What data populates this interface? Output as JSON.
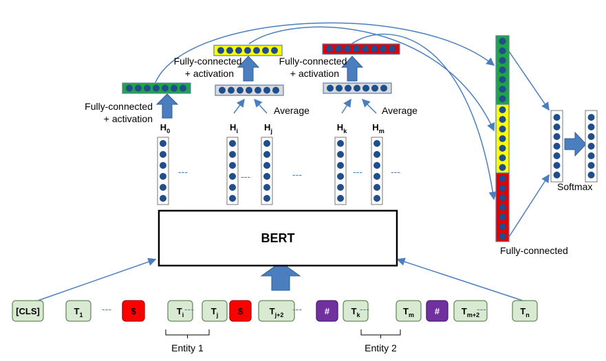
{
  "model": {
    "name": "BERT"
  },
  "tokens": [
    {
      "main": "[CLS]",
      "sub": "",
      "kind": "normal"
    },
    {
      "main": "T",
      "sub": "1",
      "kind": "normal"
    },
    {
      "main": "$",
      "sub": "",
      "kind": "marker-red"
    },
    {
      "main": "T",
      "sub": "i",
      "kind": "normal"
    },
    {
      "main": "T",
      "sub": "j",
      "kind": "normal"
    },
    {
      "main": "$",
      "sub": "",
      "kind": "marker-red"
    },
    {
      "main": "T",
      "sub": "j+2",
      "kind": "normal"
    },
    {
      "main": "#",
      "sub": "",
      "kind": "marker-purple"
    },
    {
      "main": "T",
      "sub": "k",
      "kind": "normal"
    },
    {
      "main": "T",
      "sub": "m",
      "kind": "normal"
    },
    {
      "main": "#",
      "sub": "",
      "kind": "marker-purple"
    },
    {
      "main": "T",
      "sub": "m+2",
      "kind": "normal"
    },
    {
      "main": "T",
      "sub": "n",
      "kind": "normal"
    }
  ],
  "entities": [
    {
      "label": "Entity 1"
    },
    {
      "label": "Entity 2"
    }
  ],
  "hidden_states": [
    {
      "main": "H",
      "sub": "0"
    },
    {
      "main": "H",
      "sub": "i"
    },
    {
      "main": "H",
      "sub": "j"
    },
    {
      "main": "H",
      "sub": "k"
    },
    {
      "main": "H",
      "sub": "m"
    }
  ],
  "labels": {
    "fc_activation_line1": "Fully-connected",
    "fc_activation_line2": "+ activation",
    "average": "Average",
    "softmax": "Softmax",
    "fully_connected": "Fully-connected",
    "ellipsis": "---"
  },
  "colors": {
    "token_fill": "#d9ead3",
    "token_stroke": "#6a8a5a",
    "marker_red": "#ff0000",
    "marker_purple": "#7030a0",
    "dot": "#1f4e8c",
    "arrow": "#4a7ebf",
    "vec_green": "#1fa346",
    "vec_yellow": "#ffff00",
    "vec_red": "#e00000",
    "vec_gray": "#d9d9d9"
  }
}
